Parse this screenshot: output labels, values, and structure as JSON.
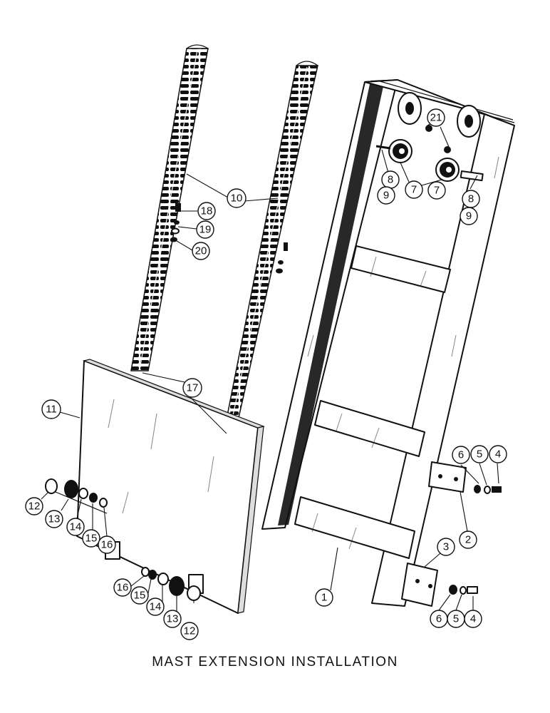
{
  "caption": "MAST EXTENSION INSTALLATION",
  "callouts": {
    "c1": "1",
    "c2": "2",
    "c3": "3",
    "c4a": "4",
    "c5a": "5",
    "c6a": "6",
    "c4b": "4",
    "c5b": "5",
    "c6b": "6",
    "c7a": "7",
    "c7b": "7",
    "c8a": "8",
    "c9a": "9",
    "c8b": "8",
    "c9b": "9",
    "c10": "10",
    "c11": "11",
    "c12a": "12",
    "c13a": "13",
    "c14a": "14",
    "c15a": "15",
    "c16a": "16",
    "c12b": "12",
    "c13b": "13",
    "c14b": "14",
    "c15b": "15",
    "c16b": "16",
    "c17": "17",
    "c18": "18",
    "c19": "19",
    "c20": "20",
    "c21": "21"
  }
}
